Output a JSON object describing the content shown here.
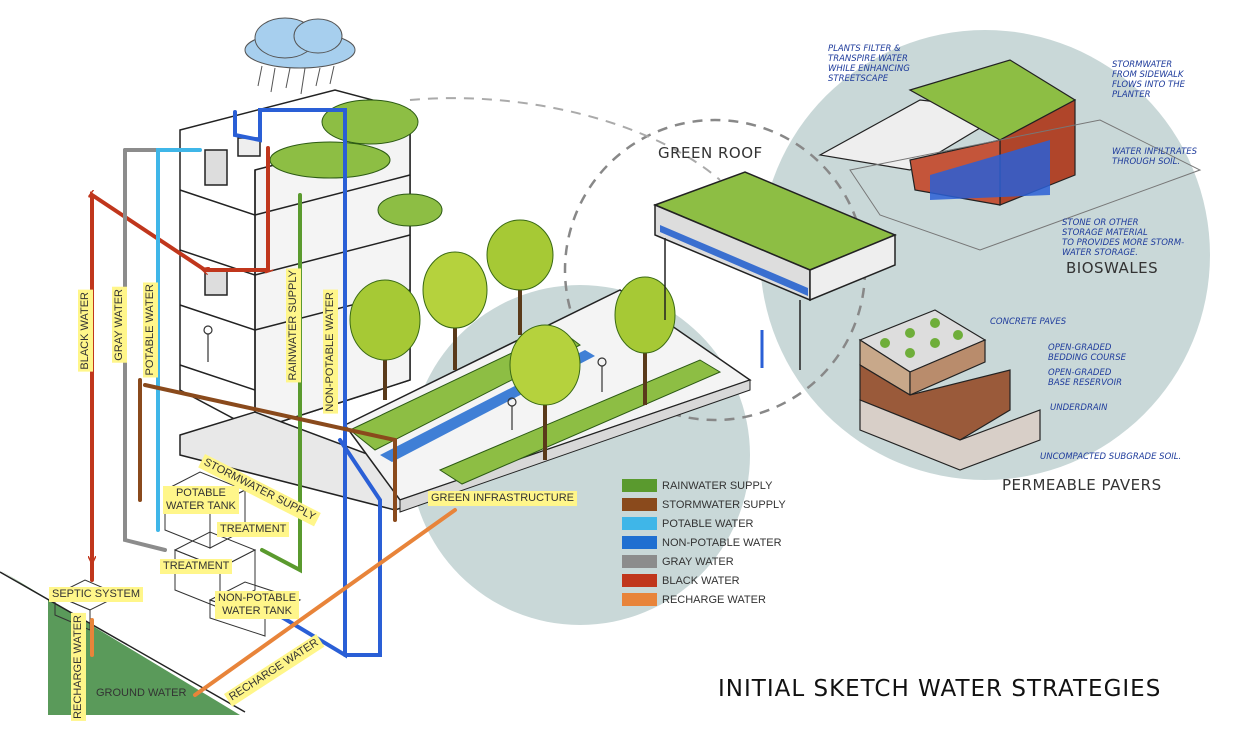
{
  "title": "INITIAL SKETCH WATER STRATEGIES",
  "sections": {
    "green_roof": "GREEN ROOF",
    "bioswales": "BIOSWALES",
    "permeable_pavers": "PERMEABLE PAVERS"
  },
  "pipe_labels": {
    "black_water": "BLACK WATER",
    "gray_water": "GRAY WATER",
    "potable_water": "POTABLE WATER",
    "rainwater_supply": "RAINWATER SUPPLY",
    "non_potable_water": "NON-POTABLE WATER",
    "stormwater_supply": "STORMWATER SUPPLY",
    "recharge_water_vertical": "RECHARGE WATER",
    "recharge_water_diagonal": "RECHARGE WATER"
  },
  "component_labels": {
    "potable_water_tank": "POTABLE\nWATER TANK",
    "treatment_1": "TREATMENT",
    "treatment_2": "TREATMENT",
    "septic_system": "SEPTIC SYSTEM",
    "non_potable_water_tank": "NON-POTABLE\nWATER TANK",
    "ground_water": "GROUND WATER",
    "green_infrastructure": "GREEN INFRASTRUCTURE"
  },
  "bioswale_notes": {
    "plants": "PLANTS FILTER &\nTRANSPIRE WATER\nWHILE ENHANCING\nSTREETSCAPE",
    "stormwater": "STORMWATER\nFROM SIDEWALK\nFLOWS INTO THE\nPLANTER",
    "infiltrates": "WATER INFILTRATES\nTHROUGH SOIL.",
    "stone": "STONE OR OTHER\nSTORAGE MATERIAL\nTO PROVIDES MORE STORM-\nWATER STORAGE."
  },
  "paver_notes": {
    "concrete": "CONCRETE PAVES",
    "bedding": "OPEN-GRADED\nBEDDING COURSE",
    "base": "OPEN-GRADED\nBASE RESERVOIR",
    "underdrain": "UNDERDRAIN",
    "subgrade": "UNCOMPACTED SUBGRADE SOIL."
  },
  "legend": [
    {
      "label": "RAINWATER SUPPLY",
      "color": "#5a9a2e"
    },
    {
      "label": "STORMWATER SUPPLY",
      "color": "#8a4a1c"
    },
    {
      "label": "POTABLE WATER",
      "color": "#3fb6e8"
    },
    {
      "label": "NON-POTABLE WATER",
      "color": "#1f6fd1"
    },
    {
      "label": "GRAY WATER",
      "color": "#8c8c8c"
    },
    {
      "label": "BLACK WATER",
      "color": "#c0361c"
    },
    {
      "label": "RECHARGE WATER",
      "color": "#e8843a"
    }
  ],
  "colors": {
    "rainwater": "#5a9a2e",
    "stormwater": "#8a4a1c",
    "potable": "#3fb6e8",
    "non_potable": "#2a5fd6",
    "gray": "#8c8c8c",
    "black": "#c0361c",
    "recharge": "#e8843a",
    "circle": "#c9d8d8",
    "ground": "#5a9a5a",
    "label_bg": "#fff68a"
  }
}
